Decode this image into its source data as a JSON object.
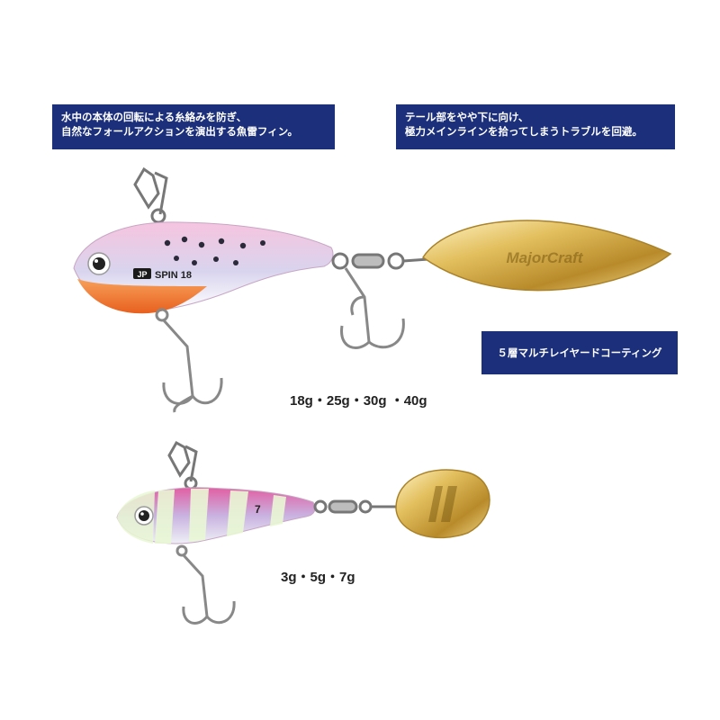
{
  "callouts": {
    "left": {
      "line1": "水中の本体の回転による糸絡みを防ぎ、",
      "line2": "自然なフォールアクションを演出する魚雷フィン。"
    },
    "right": {
      "line1": "テール部をやや下に向け、",
      "line2": "極力メインラインを拾ってしまうトラブルを回避。"
    },
    "coating": "５層マルチレイヤードコーティング"
  },
  "lure_large": {
    "body_tag": "JP",
    "model_label": "SPIN 18",
    "blade_brand": "MajorCraft",
    "weights": "18g・25g・30g ・40g",
    "colors": {
      "body": "#f3b6d6",
      "belly": "#f07a2a",
      "blade": "#d9b24a"
    }
  },
  "lure_small": {
    "body_number": "7",
    "weights": "3g・5g・7g",
    "colors": {
      "body": "#e25fa3",
      "stripe": "#e9f7d4",
      "blade": "#d9b24a"
    }
  }
}
